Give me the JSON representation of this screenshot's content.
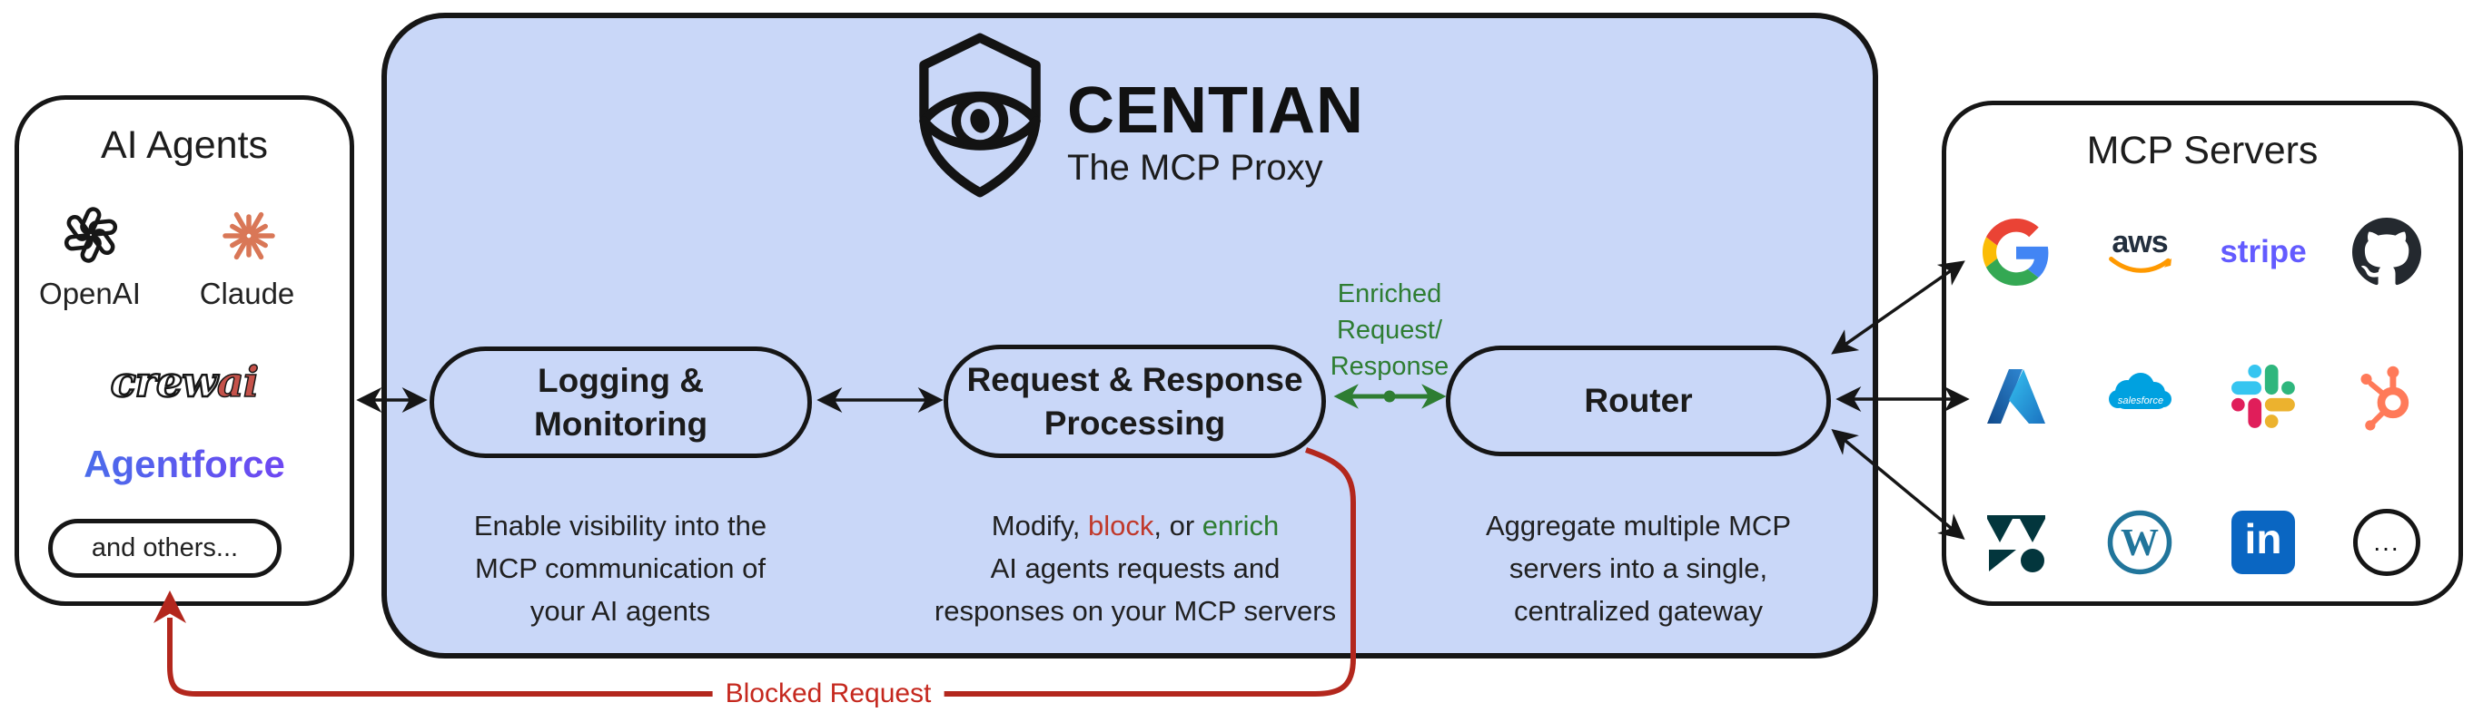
{
  "colors": {
    "proxy_fill": "#c9d7f8",
    "outline": "#161616",
    "arrow_green": "#2e7d32",
    "arrow_red": "#b3271d",
    "block_word": "#c0392b",
    "enrich_word": "#2e7d32",
    "claude_orange": "#d97757",
    "aws_orange": "#ff9900",
    "stripe_purple": "#635bff",
    "salesforce_blue": "#00a1e0",
    "linkedin_blue": "#0a66c2",
    "wordpress_blue": "#21759b",
    "hubspot_orange": "#ff7a59",
    "zendesk_teal": "#03363d",
    "github_dark": "#24292f"
  },
  "left_panel": {
    "title": "AI Agents",
    "openai_label": "OpenAI",
    "claude_label": "Claude",
    "crewai": {
      "crew": "crew",
      "ai": "ai"
    },
    "agentforce_label": "Agentforce",
    "others_label": "and others..."
  },
  "proxy": {
    "brand_name": "CENTIAN",
    "brand_tagline": "The MCP Proxy",
    "logging": {
      "title_line1": "Logging &",
      "title_line2": "Monitoring",
      "desc_line1": "Enable visibility into the",
      "desc_line2": "MCP communication of",
      "desc_line3": "your AI agents"
    },
    "processing": {
      "title_line1": "Request & Response",
      "title_line2": "Processing",
      "desc_seg1": "Modify, ",
      "desc_seg2": "block",
      "desc_seg3": ", or ",
      "desc_seg4": "enrich",
      "desc_line2": "AI agents requests and",
      "desc_line3": "responses on your MCP servers"
    },
    "router": {
      "title": "Router",
      "desc_line1": "Aggregate multiple MCP",
      "desc_line2": "servers into a single,",
      "desc_line3": "centralized gateway"
    }
  },
  "labels": {
    "enriched_line1": "Enriched",
    "enriched_line2": "Request/",
    "enriched_line3": "Response",
    "blocked": "Blocked Request"
  },
  "right_panel": {
    "title": "MCP Servers",
    "logos": {
      "aws": "aws",
      "stripe": "stripe",
      "salesforce": "salesforce",
      "wordpress_letter": "W",
      "linkedin": "in",
      "more": "..."
    },
    "icon_names": [
      "google-logo",
      "aws-logo",
      "stripe-logo",
      "github-logo",
      "azure-logo",
      "salesforce-logo",
      "slack-logo",
      "hubspot-logo",
      "zendesk-logo",
      "wordpress-logo",
      "linkedin-logo",
      "more-circle"
    ]
  },
  "left_icon_names": [
    "openai-logo",
    "claude-logo",
    "crewai-logo",
    "agentforce-logo"
  ],
  "brand_icon_name": "shield-eye-icon"
}
